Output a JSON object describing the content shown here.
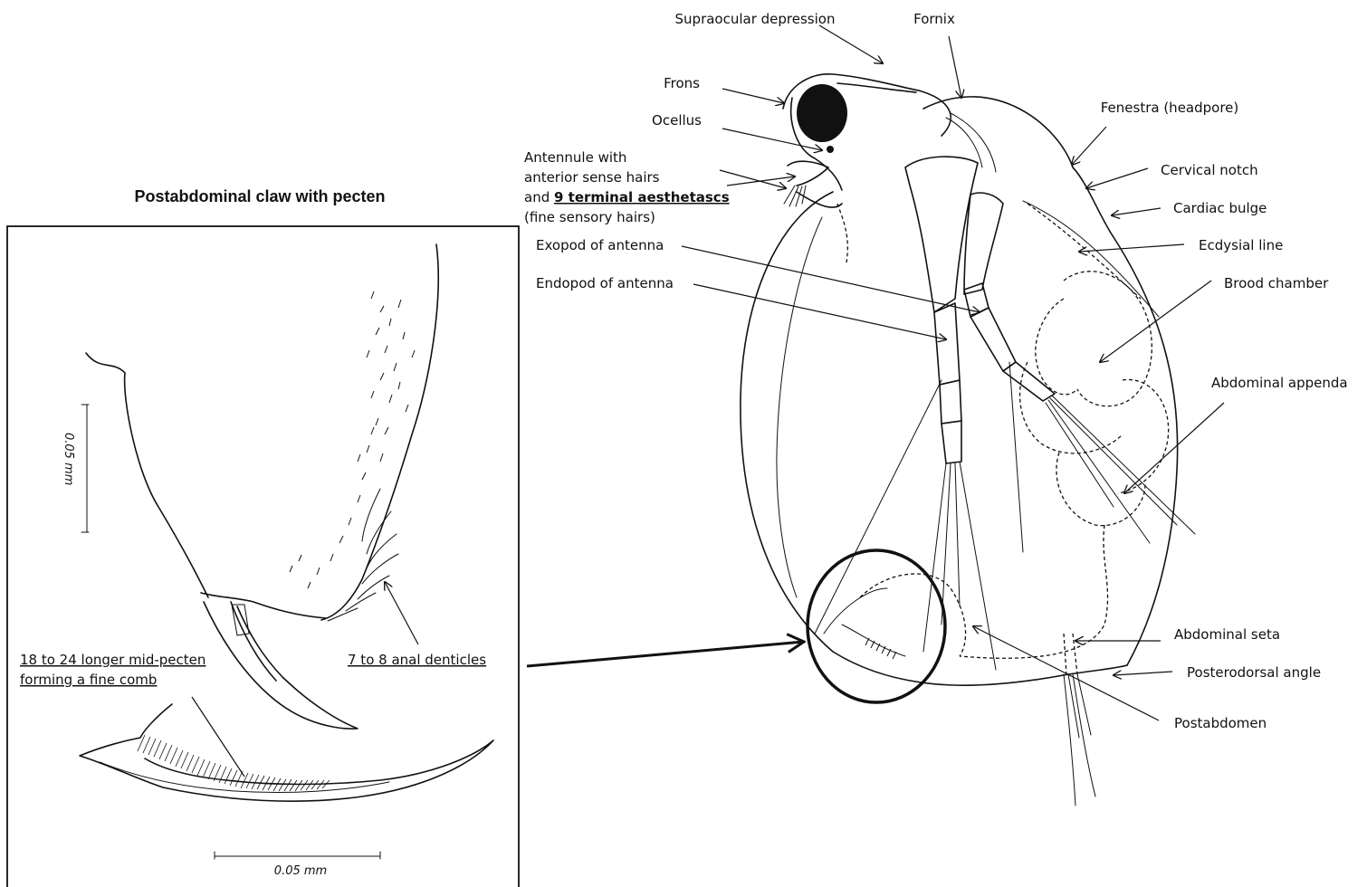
{
  "inset": {
    "title": "Postabdominal claw  with pecten",
    "scale_bar_vertical": "0.05 mm",
    "scale_bar_horizontal": "0.05 mm",
    "label_mid_pecten_line1": "18 to 24 longer mid-pecten",
    "label_mid_pecten_line2": "forming a fine comb",
    "label_anal_denticles": "7 to 8 anal denticles"
  },
  "labels": {
    "supraocular_depression": "Supraocular depression",
    "fornix": "Fornix",
    "frons": "Frons",
    "ocellus": "Ocellus",
    "fenestra": "Fenestra (headpore)",
    "cervical_notch": "Cervical notch",
    "cardiac_bulge": "Cardiac bulge",
    "ecdysial_line": "Ecdysial line",
    "brood_chamber": "Brood chamber",
    "abdominal_appendage": "Abdominal appenda",
    "abdominal_seta": "Abdominal seta",
    "posterodorsal_angle": "Posterodorsal angle",
    "postabdomen": "Postabdomen",
    "exopod": "Exopod of antenna",
    "endopod": "Endopod of antenna",
    "antennule_line1": "Antennule with",
    "antennule_line2": "anterior sense hairs",
    "antennule_line3_prefix": "and ",
    "antennule_line3_underlined": "9 terminal aesthetascs",
    "antennule_line4": "(fine sensory hairs)"
  }
}
